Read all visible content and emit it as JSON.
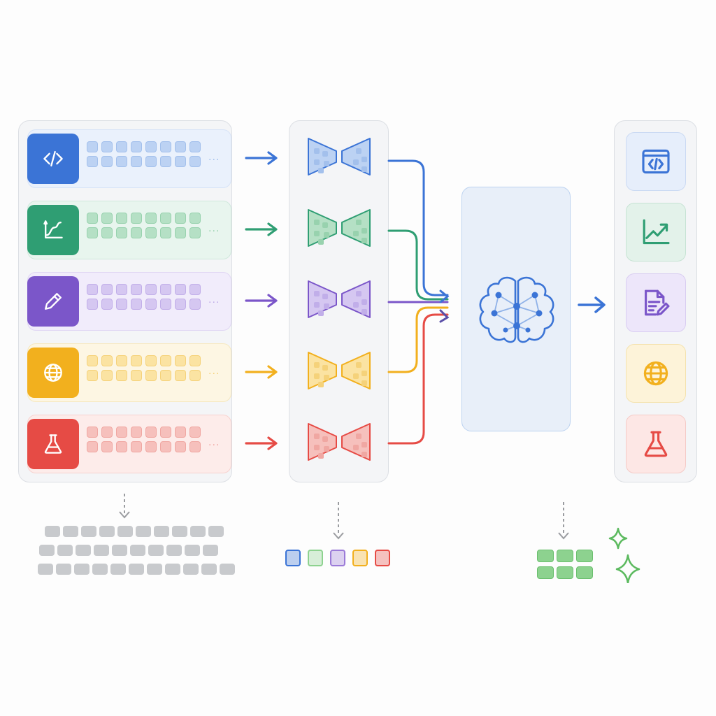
{
  "rows": [
    {
      "id": "code",
      "icon": "code-icon",
      "accent": "#3b74d6",
      "light": "#eaf1fc",
      "border": "#d6e3f7",
      "tok": "#bcd2f3",
      "tokBorder": "#a3c0ec",
      "dots": "..."
    },
    {
      "id": "chart",
      "icon": "line-chart-icon",
      "accent": "#2f9e73",
      "light": "#e8f5ee",
      "border": "#cfe8db",
      "tok": "#b5e0c5",
      "tokBorder": "#98d2ae",
      "dots": "..."
    },
    {
      "id": "writing",
      "icon": "pencil-icon",
      "accent": "#7b56c9",
      "light": "#f1ecfb",
      "border": "#e0d6f3",
      "tok": "#d5c7f1",
      "tokBorder": "#c1aee9",
      "dots": "..."
    },
    {
      "id": "web",
      "icon": "globe-icon",
      "accent": "#f2b01e",
      "light": "#fdf6e3",
      "border": "#f6e8bf",
      "tok": "#fbe3a2",
      "tokBorder": "#f5d27a",
      "dots": "..."
    },
    {
      "id": "science",
      "icon": "flask-icon",
      "accent": "#e64b45",
      "light": "#fdecea",
      "border": "#f7d2cf",
      "tok": "#f6c0bc",
      "tokBorder": "#f0a7a2",
      "dots": "..."
    }
  ],
  "outputs": [
    {
      "icon": "code-window-icon",
      "color": "#3b74d6",
      "bg": "#e6eefb",
      "border": "#cbdaf3"
    },
    {
      "icon": "trend-chart-icon",
      "color": "#2f9e73",
      "bg": "#e3f2ea",
      "border": "#c7e3d4"
    },
    {
      "icon": "document-edit-icon",
      "color": "#7b56c9",
      "bg": "#ede6fa",
      "border": "#d9cdf1"
    },
    {
      "icon": "globe-icon",
      "color": "#f2b01e",
      "bg": "#fdf3d9",
      "border": "#f4e2ae"
    },
    {
      "icon": "flask-icon",
      "color": "#e64b45",
      "bg": "#fde7e5",
      "border": "#f5cbc7"
    }
  ],
  "center": {
    "icon": "brain-network-icon",
    "color": "#3b74d6",
    "bg": "#e8eff9",
    "border": "#bcd2f0"
  },
  "swatches": [
    "#3b74d6",
    "#8dd28f",
    "#9b7ad8",
    "#f2b01e",
    "#e64b45"
  ],
  "sparkle_color": "#5cba5f"
}
